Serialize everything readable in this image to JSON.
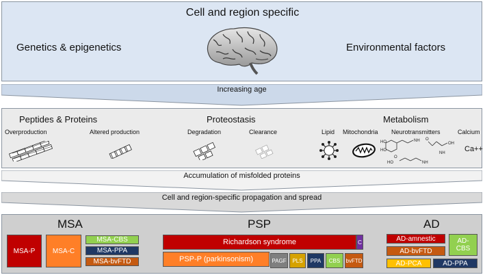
{
  "top": {
    "title": "Cell and region specific",
    "left_label": "Genetics & epigenetics",
    "right_label": "Environmental factors",
    "icon": "brain-icon"
  },
  "arrows": {
    "age": "Increasing age",
    "accumulation": "Accumulation of misfolded proteins",
    "propagation": "Cell and region-specific propagation and spread"
  },
  "mechanisms": {
    "peptides": {
      "title": "Peptides & Proteins",
      "items": [
        "Overproduction",
        "Altered production"
      ]
    },
    "proteostasis": {
      "title": "Proteostasis",
      "items": [
        "Degradation",
        "Clearance"
      ]
    },
    "metabolism": {
      "title": "Metabolism",
      "items": [
        "Lipid",
        "Mitochondria",
        "Neurotransmitters",
        "Calcium"
      ],
      "calcium_symbol": "Ca++",
      "chem_labels": [
        "HO",
        "HO",
        "NH",
        "NH",
        "O",
        "OH",
        "O",
        "HO",
        "NH"
      ]
    }
  },
  "diseases": {
    "msa": {
      "title": "MSA",
      "boxes": [
        "MSA-P",
        "MSA-C",
        "MSA-CBS",
        "MSA-PPA",
        "MSA-bvFTD"
      ]
    },
    "psp": {
      "title": "PSP",
      "boxes": [
        "Richardson syndrome",
        "C",
        "PSP-P (parkinsonism)",
        "PAGF",
        "PLS",
        "PPA",
        "CBS",
        "bvFTD"
      ]
    },
    "ad": {
      "title": "AD",
      "boxes": [
        "AD-amnestic",
        "AD-CBS",
        "AD-bvFTD",
        "AD-PCA",
        "AD-PPA"
      ]
    }
  },
  "colors": {
    "dark_red": "#c00000",
    "orange": "#ff7f27",
    "green": "#92d050",
    "navy": "#1f3864",
    "brown_orange": "#c55a11",
    "purple": "#7030a0",
    "gray": "#7f7f7f",
    "gold": "#d6a200",
    "yellow": "#ffc000",
    "blue": "#2f5597"
  }
}
